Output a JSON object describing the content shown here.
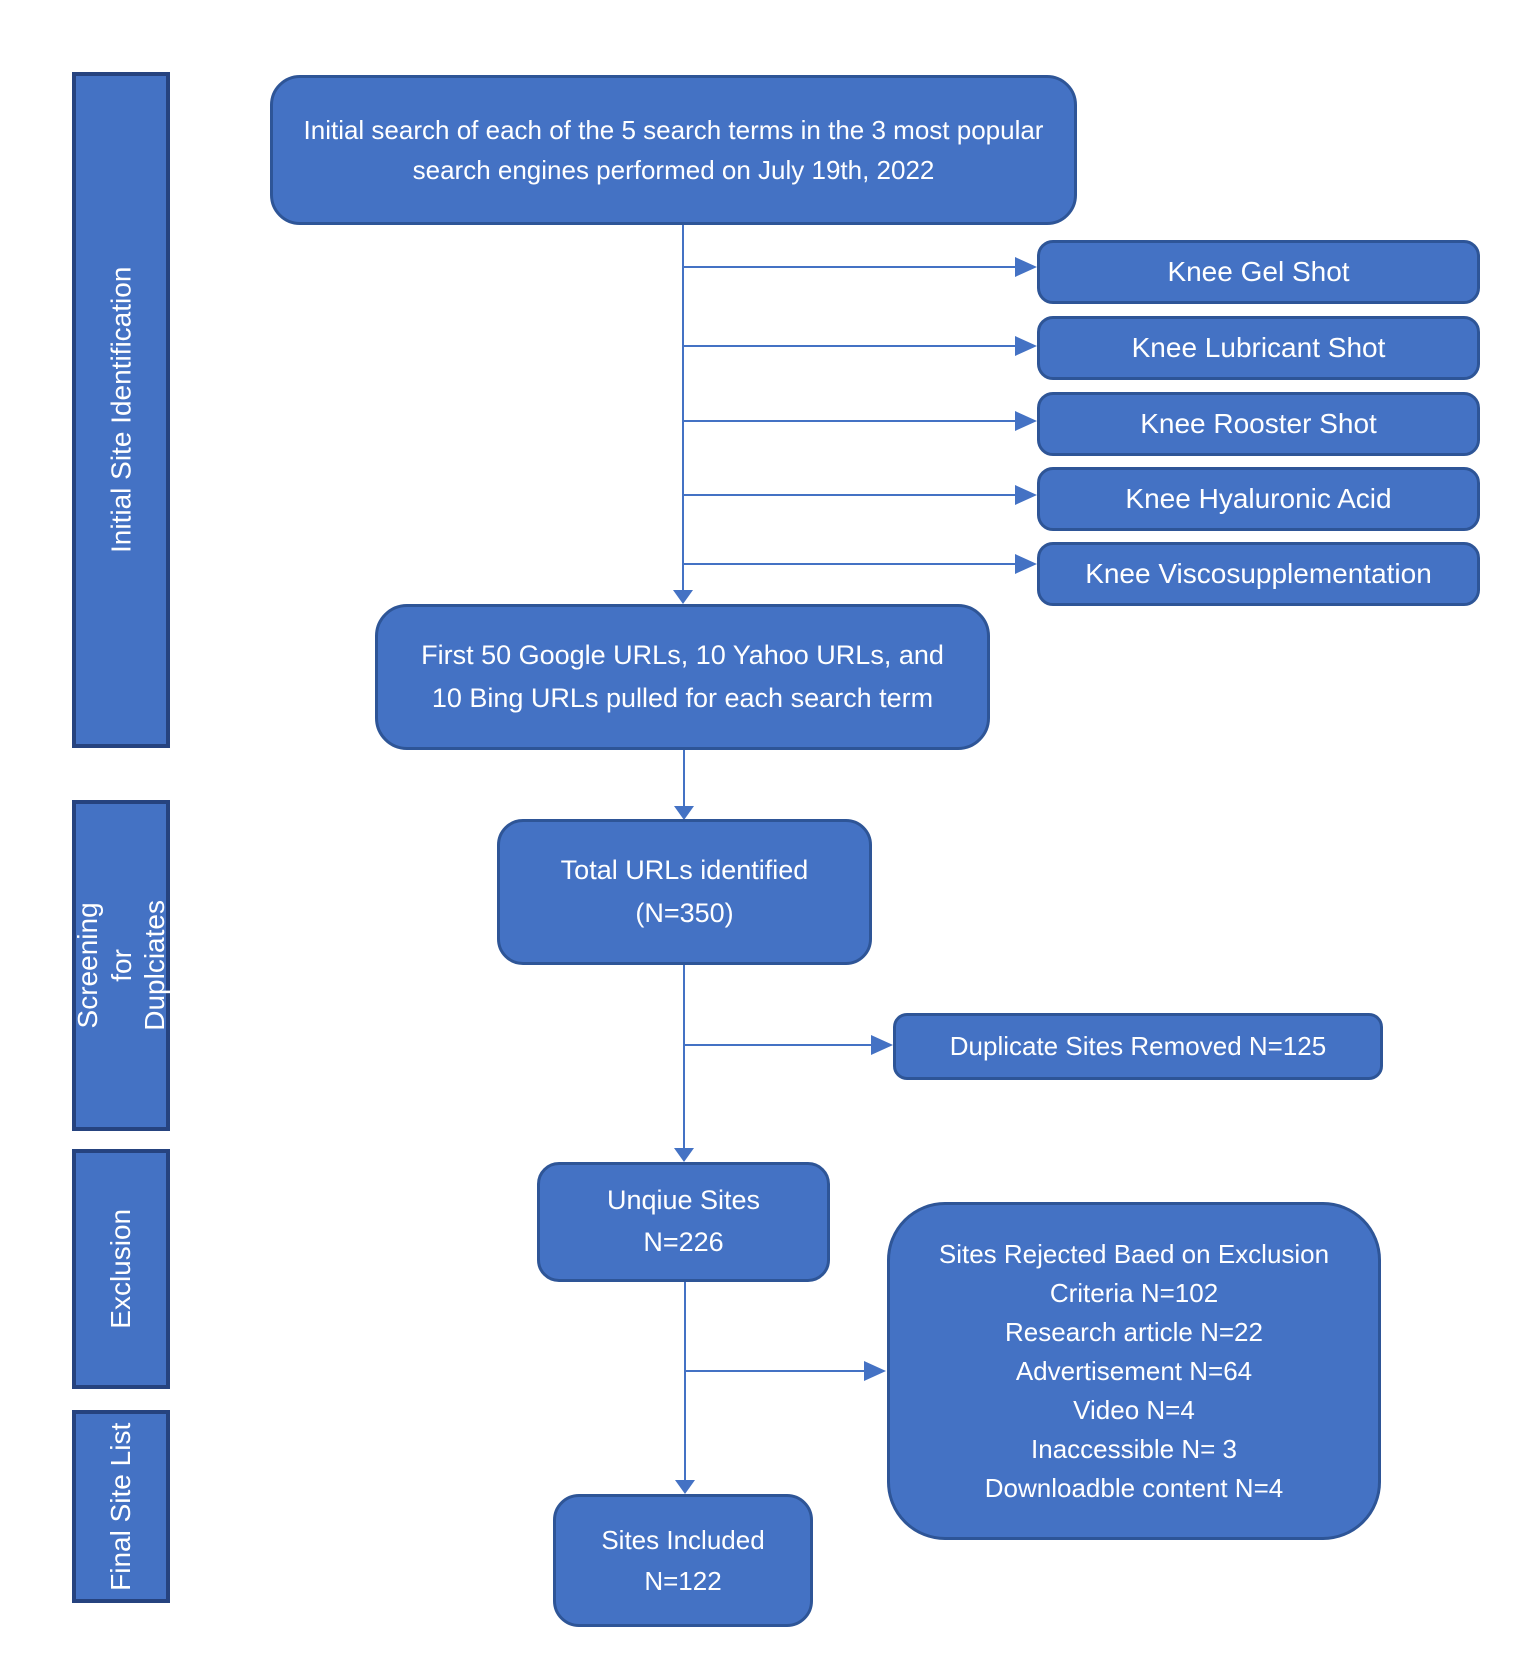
{
  "colors": {
    "box_fill": "#4472C4",
    "box_border": "#2E5597",
    "sidebar_border": "#26437F",
    "connector": "#4472C4",
    "text": "#FFFFFF",
    "background": "#FFFFFF"
  },
  "sidebar": {
    "sections": [
      {
        "label": "Initial Site Identification"
      },
      {
        "label": "Screening for Duplciates"
      },
      {
        "label": "Exclusion"
      },
      {
        "label": "Final Site List"
      }
    ]
  },
  "flow": {
    "top_box": "Initial search of each of the 5 search terms in the 3 most popular search engines performed on July 19th, 2022",
    "search_terms": [
      "Knee Gel Shot",
      "Knee Lubricant Shot",
      "Knee Rooster Shot",
      "Knee Hyaluronic Acid",
      "Knee Viscosupplementation"
    ],
    "pull_box": "First 50 Google URLs, 10 Yahoo URLs, and 10 Bing URLs pulled for each search term",
    "total_box": {
      "line1": "Total URLs identified",
      "line2": "(N=350)"
    },
    "duplicates_box": "Duplicate Sites Removed N=125",
    "unique_box": {
      "line1": "Unqiue Sites",
      "line2": "N=226"
    },
    "rejected_box": {
      "lines": [
        "Sites Rejected Baed on Exclusion",
        "Criteria N=102",
        "Research article N=22",
        "Advertisement N=64",
        "Video N=4",
        "Inaccessible N= 3",
        "Downloadble content N=4"
      ]
    },
    "included_box": {
      "line1": "Sites Included",
      "line2": "N=122"
    }
  }
}
